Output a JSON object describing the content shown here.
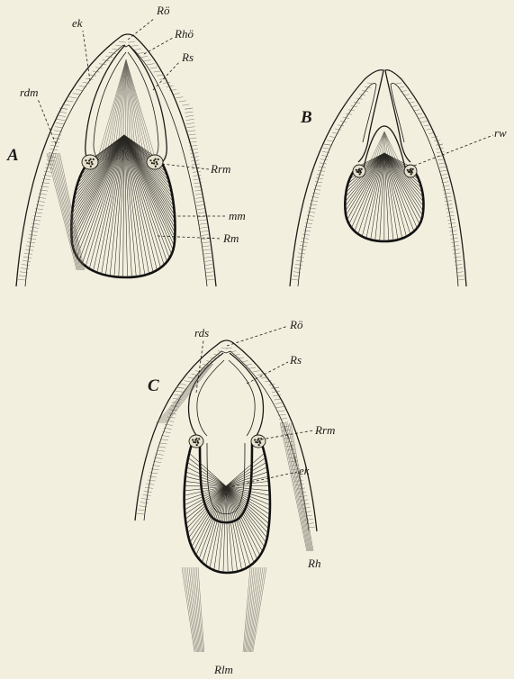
{
  "panels": [
    {
      "id": "A",
      "letter": "A"
    },
    {
      "id": "B",
      "letter": "B"
    },
    {
      "id": "C",
      "letter": "C"
    }
  ],
  "labels": {
    "A": {
      "ek": "ek",
      "ro": "Rö",
      "rho": "Rhö",
      "rs": "Rs",
      "rdm": "rdm",
      "rrm": "Rrm",
      "mm": "mm",
      "rm": "Rm"
    },
    "B": {
      "rw": "rw"
    },
    "C": {
      "rds": "rds",
      "ro": "Rö",
      "rs": "Rs",
      "rrm": "Rrm",
      "ek": "ek",
      "rh": "Rh",
      "rlm": "Rlm"
    }
  },
  "colors": {
    "ink": "#1d1b17",
    "paper": "#f3efdf"
  }
}
